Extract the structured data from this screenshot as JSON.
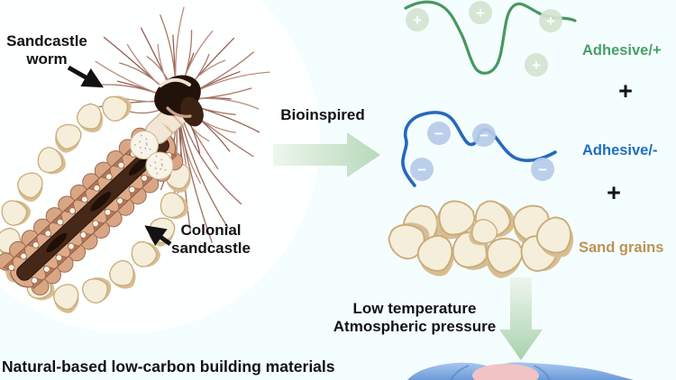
{
  "figure": {
    "worm_label_line1": "Sandcastle",
    "worm_label_line2": "worm",
    "colony_label_line1": "Colonial",
    "colony_label_line2": "sandcastle",
    "process_label": "Bioinspired",
    "adhesive_positive_label": "Adhesive/+",
    "plus_separator_1": "+",
    "adhesive_negative_label": "Adhesive/-",
    "plus_separator_2": "+",
    "sand_grains_label": "Sand grains",
    "condition_line1": "Low temperature",
    "condition_line2": "Atmospheric pressure",
    "caption": "Natural-based low-carbon building materials",
    "positive_charge_symbol": "+",
    "negative_charge_symbol": "−"
  },
  "colors": {
    "background": "#f5feff",
    "adhesive_positive_text": "#46a067",
    "adhesive_negative_text": "#1c6ec2",
    "sand_grains_text": "#bd9254",
    "polymer_green_line": "#47985f",
    "polymer_blue_line": "#2369bd",
    "charge_bead_green": "#d2e3d0",
    "charge_bead_blue": "#b5cbe9",
    "grain_fill": "#f5eeda",
    "grain_shadow": "#d8bd92",
    "process_arrow_green": "#b7d9ba",
    "label_text": "#121212"
  },
  "icons": [
    {
      "name": "bioinspired-arrow-right",
      "shape": "block-arrow-right-green-gradient"
    },
    {
      "name": "process-arrow-down",
      "shape": "block-arrow-down-green-gradient"
    },
    {
      "name": "worm-pointer-arrow",
      "shape": "black-arrow"
    },
    {
      "name": "colony-pointer-arrow",
      "shape": "black-arrow"
    }
  ]
}
